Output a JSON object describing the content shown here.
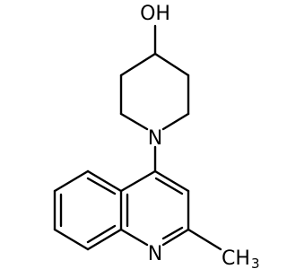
{
  "structure": {
    "labels": {
      "hydroxyl": "OH",
      "piperidine_nitrogen": "N",
      "quinoline_nitrogen": "N",
      "methyl_main": "CH",
      "methyl_subscript": "3"
    }
  }
}
